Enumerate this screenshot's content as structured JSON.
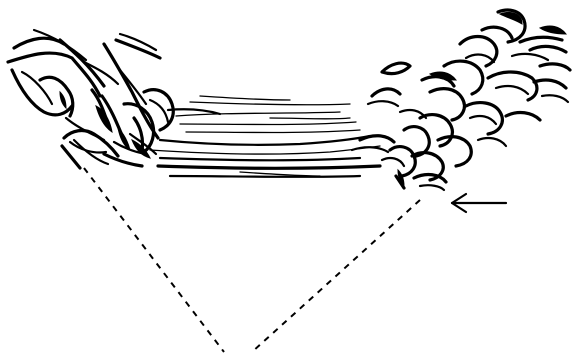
{
  "figure": {
    "ink_color": "#000000",
    "background_color": "#ffffff",
    "parts": [
      {
        "name": "bowl-sediment",
        "style": "pen-and-ink"
      },
      {
        "name": "dashed-cone-outline",
        "style": "dashed"
      },
      {
        "name": "pointer-arrow",
        "direction": "left"
      }
    ]
  }
}
